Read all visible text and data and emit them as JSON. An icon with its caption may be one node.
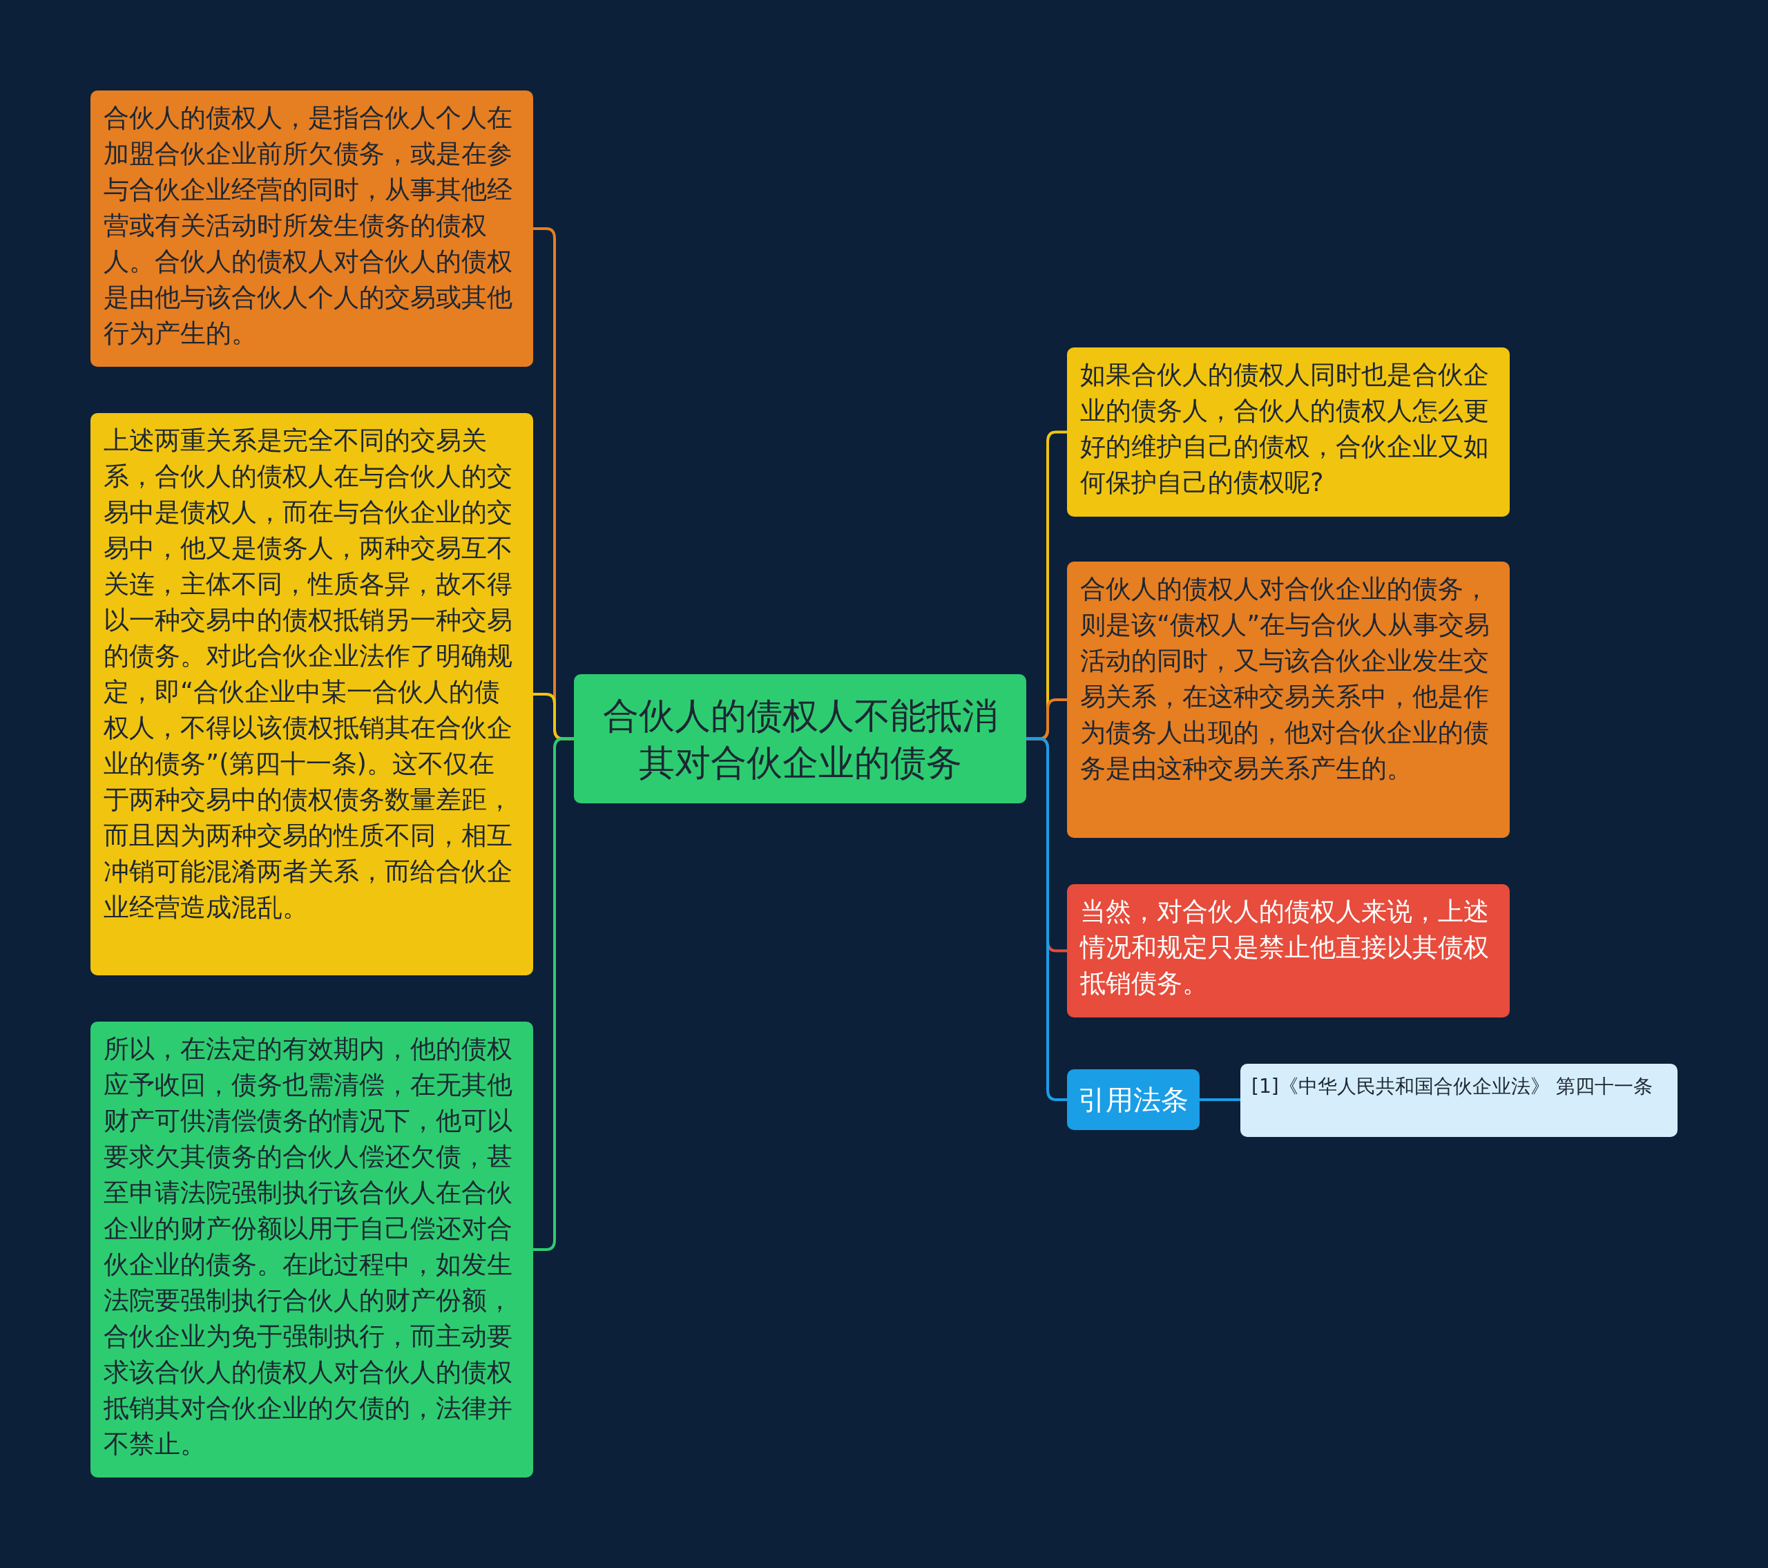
{
  "diagram": {
    "nodes": [
      {
        "text": [
          "合伙人的债权人不能抵消其对合伙企业的债务"
        ]
      },
      {
        "text": [
          "合伙人的债权人，是指合伙人个人在加盟合伙企业前所欠债务，或是在参与合伙企业经营的同时，从事其他经营或有关活动时所发生债务的债权人。合伙人的债权人对合伙人的债权是由他与该合伙人个人的交易或其他行为产生的。"
        ]
      },
      {
        "text": [
          "上述两重关系是完全不同的交易关系，合伙人的债权人在与合伙人的交易中是债权人，而在与合伙企业的交易中，他又是债务人，两种交易互不关连，主体不同，性质各异，故不得以一种交易中的债权抵销另一种交易的债务。对此合伙企业法作了明确规定，即“合伙企业中某一合伙人的债权人，不得以该债权抵销其在合伙企业的债务”(第四十一条)。这不仅在于两种交易中的债权债务数量差距，而且因为两种交易的性质不同，相互冲销可能混淆两者关系，而给合伙企业经营造成混乱。"
        ]
      },
      {
        "text": [
          "所以，在法定的有效期内，他的债权应予收回，债务也需清偿，在无其他财产可供清偿债务的情况下，他可以要求欠其债务的合伙人偿还欠债，甚至申请法院强制执行该合伙人在合伙企业的财产份额以用于自己偿还对合伙企业的债务。在此过程中，如发生法院要强制执行合伙人的财产份额，合伙企业为免于强制执行，而主动要求该合伙人的债权人对合伙人的债权抵销其对合伙企业的欠债的，法律并不禁止。"
        ]
      },
      {
        "text": [
          "如果合伙人的债权人同时也是合伙企业的债务人，合伙人的债权人怎么更好的维护自己的债权，合伙企业又如何保护自己的债权呢?"
        ]
      },
      {
        "text": [
          "合伙人的债权人对合伙企业的债务，则是该“债权人”在与合伙人从事交易活动的同时，又与该合伙企业发生交易关系，在这种交易关系中，他是作为债务人出现的，他对合伙企业的债务是由这种交易关系产生的。"
        ]
      },
      {
        "text": [
          "当然，对合伙人的债权人来说，上述情况和规定只是禁止他直接以其债权抵销债务。"
        ]
      },
      {
        "text": [
          "引用法条"
        ]
      },
      {
        "text": [
          "[1]《中华人民共和国合伙企业法》 第四十一条"
        ]
      }
    ],
    "edges": [
      {
        "from": 0,
        "to": 1,
        "arrow": "none",
        "color": "#e67e22"
      },
      {
        "from": 0,
        "to": 2,
        "arrow": "none",
        "color": "#f1c40f"
      },
      {
        "from": 0,
        "to": 3,
        "arrow": "none",
        "color": "#2ecc71"
      },
      {
        "from": 0,
        "to": 4,
        "arrow": "none",
        "color": "#f1c40f"
      },
      {
        "from": 0,
        "to": 5,
        "arrow": "none",
        "color": "#e67e22"
      },
      {
        "from": 0,
        "to": 6,
        "arrow": "none",
        "color": "#e74c3c"
      },
      {
        "from": 0,
        "to": 7,
        "arrow": "none",
        "color": "#1a9ee6"
      },
      {
        "from": 7,
        "to": 8,
        "arrow": "none",
        "color": "#1a9ee6"
      }
    ]
  }
}
